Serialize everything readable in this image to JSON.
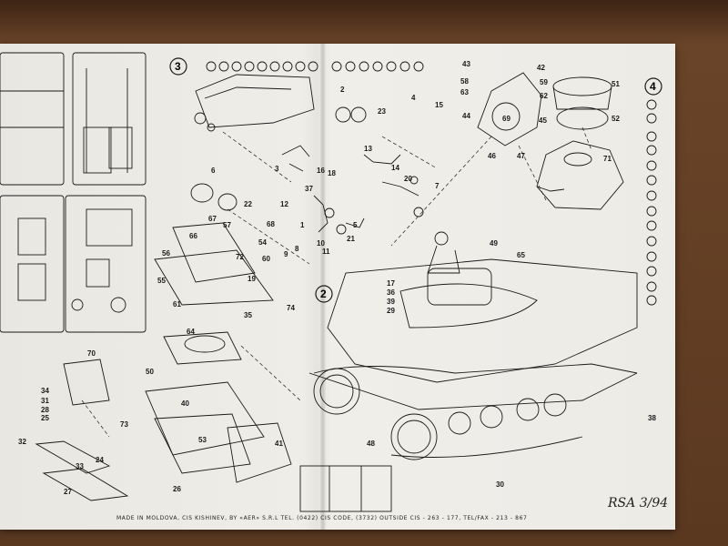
{
  "steps": {
    "left": "3",
    "right": "4",
    "mid": "2"
  },
  "part_labels": [
    "43",
    "42",
    "58",
    "63",
    "62",
    "59",
    "44",
    "45",
    "46",
    "47",
    "69",
    "51",
    "52",
    "71",
    "2",
    "23",
    "4",
    "15",
    "13",
    "14",
    "20",
    "7",
    "6",
    "22",
    "18",
    "3",
    "16",
    "5",
    "37",
    "11",
    "10",
    "21",
    "12",
    "9",
    "8",
    "1",
    "17",
    "36",
    "39",
    "29",
    "49",
    "65",
    "68",
    "66",
    "67",
    "57",
    "56",
    "54",
    "72",
    "60",
    "55",
    "19",
    "61",
    "74",
    "35",
    "64",
    "70",
    "50",
    "34",
    "31",
    "28",
    "25",
    "40",
    "73",
    "53",
    "41",
    "32",
    "33",
    "24",
    "26",
    "27",
    "48",
    "30",
    "38"
  ],
  "footer": "MADE IN MOLDOVA, CIS KISHINEV, BY «AER» S.R.L TEL. (0422) CIS CODE, (3732) OUTSIDE CIS - 263 - 177, TEL/FAX - 213 - 867",
  "signature": "RSA 3/94",
  "colors": {
    "paper": "#ecebe6",
    "ink": "#1a1a1a",
    "table": "#5a3820"
  }
}
